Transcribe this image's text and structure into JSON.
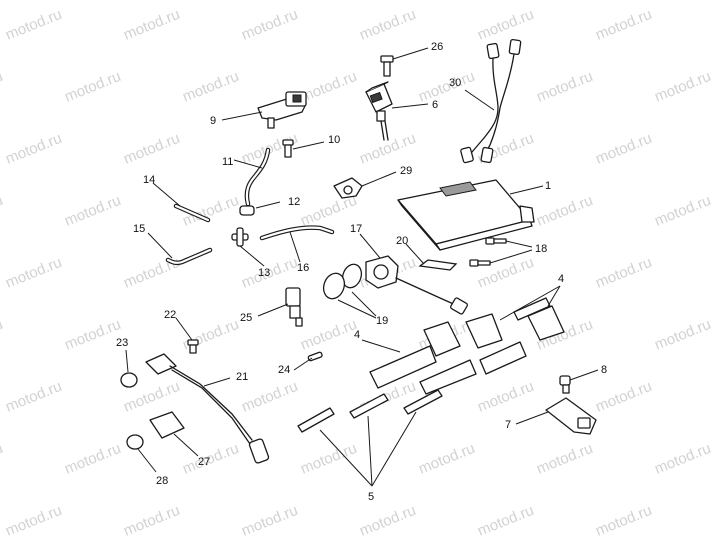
{
  "watermark": {
    "text": "motod.ru"
  },
  "callouts": {
    "c1": "1",
    "c4a": "4",
    "c4b": "4",
    "c5": "5",
    "c6": "6",
    "c7": "7",
    "c8": "8",
    "c9": "9",
    "c10": "10",
    "c11": "11",
    "c12": "12",
    "c13": "13",
    "c14": "14",
    "c15": "15",
    "c16": "16",
    "c17": "17",
    "c18": "18",
    "c19": "19",
    "c20": "20",
    "c21": "21",
    "c22": "22",
    "c23": "23",
    "c24": "24",
    "c25": "25",
    "c26": "26",
    "c27": "27",
    "c28": "28",
    "c29": "29",
    "c30": "30"
  },
  "colors": {
    "line": "#1a1a1a",
    "watermark": "#d2d2d2",
    "background": "#ffffff"
  }
}
